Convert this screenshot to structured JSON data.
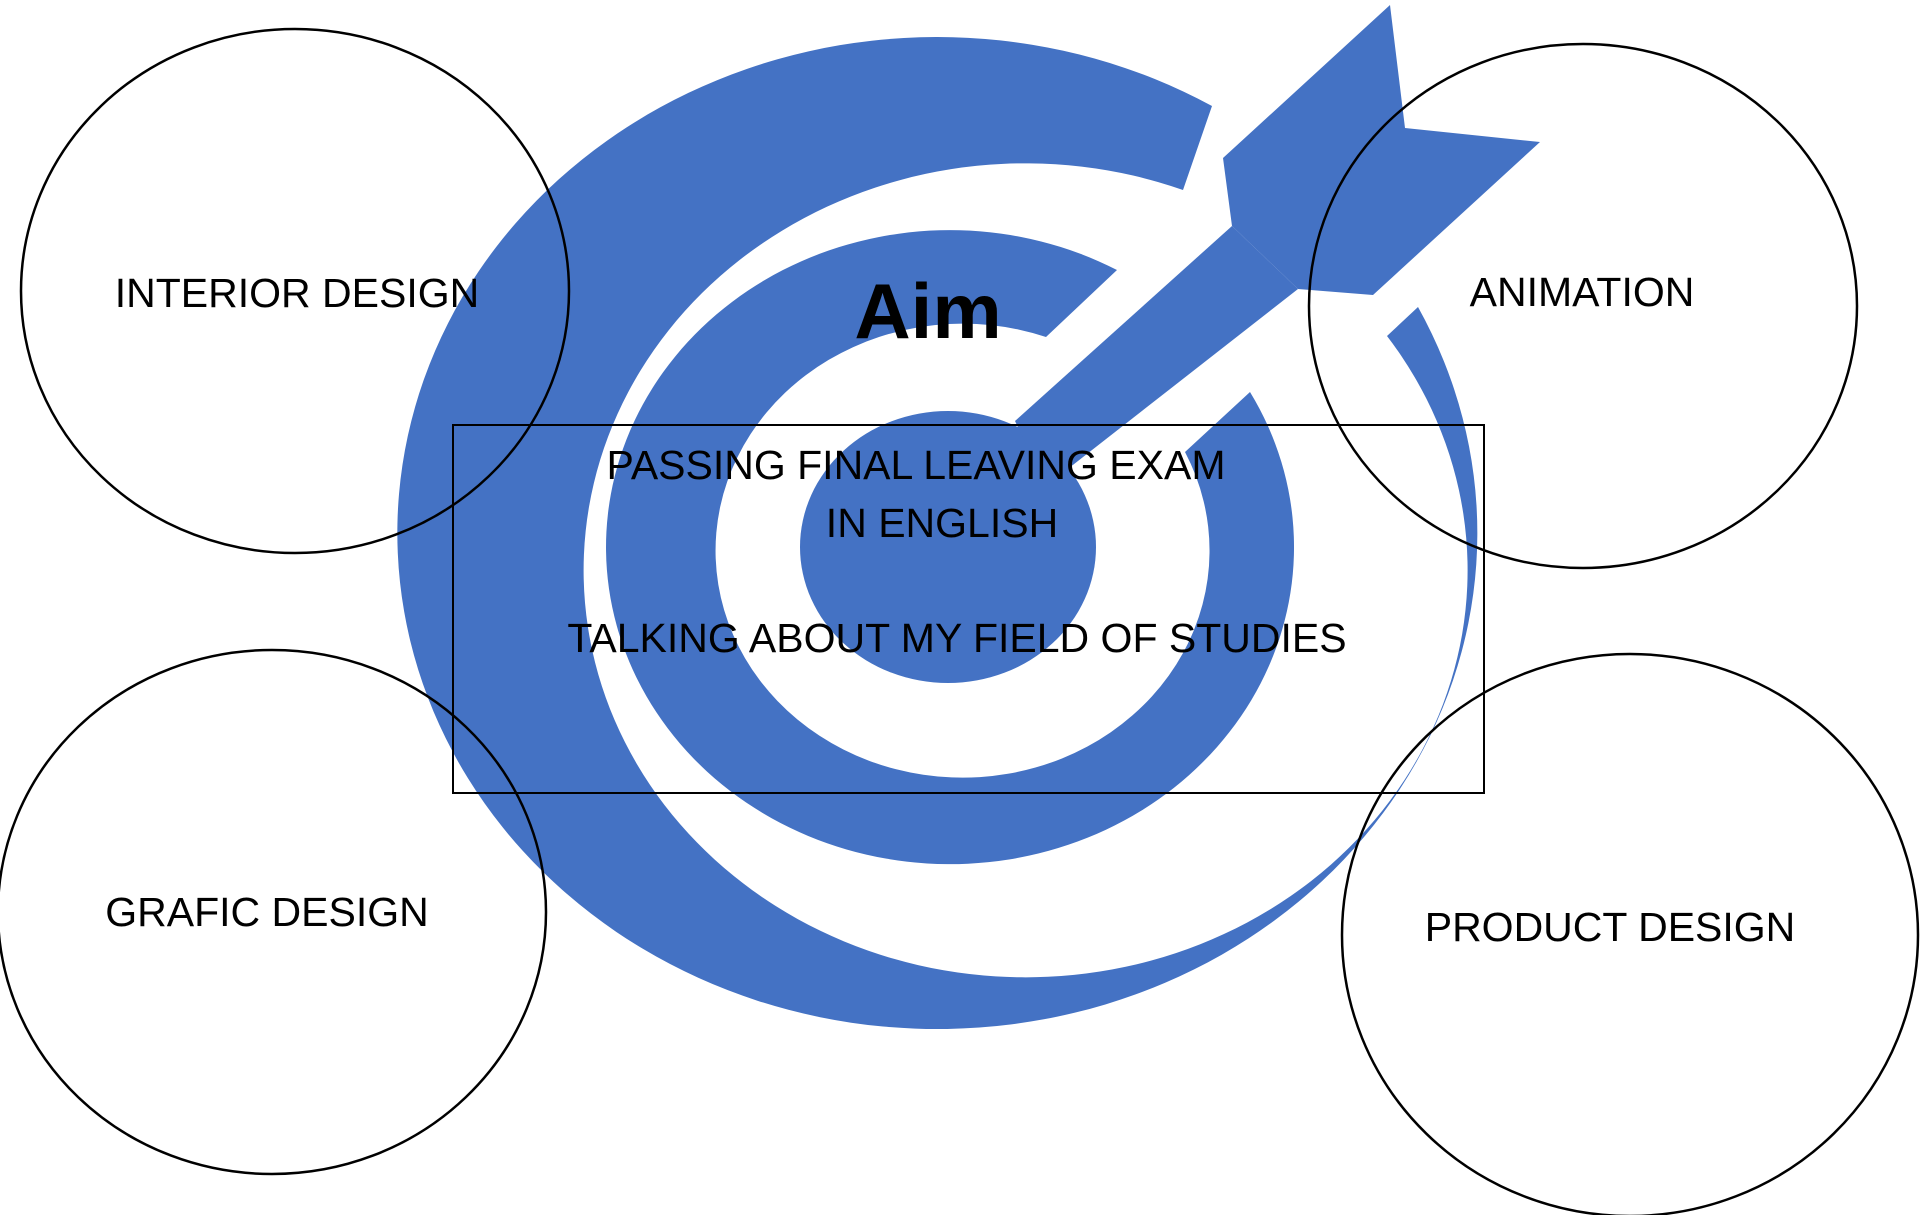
{
  "colors": {
    "target": "#4472C4",
    "background": "#FFFFFF",
    "stroke": "#000000"
  },
  "target": {
    "title": "Aim",
    "icon": "target-with-arrow-icon"
  },
  "center_box": {
    "line1": "PASSING FINAL LEAVING EXAM",
    "line2": "IN ENGLISH",
    "line3": "TALKING ABOUT MY FIELD OF STUDIES"
  },
  "fields": {
    "top_left": "INTERIOR DESIGN",
    "top_right": "ANIMATION",
    "bottom_left": "GRAFIC DESIGN",
    "bottom_right": "PRODUCT DESIGN"
  }
}
